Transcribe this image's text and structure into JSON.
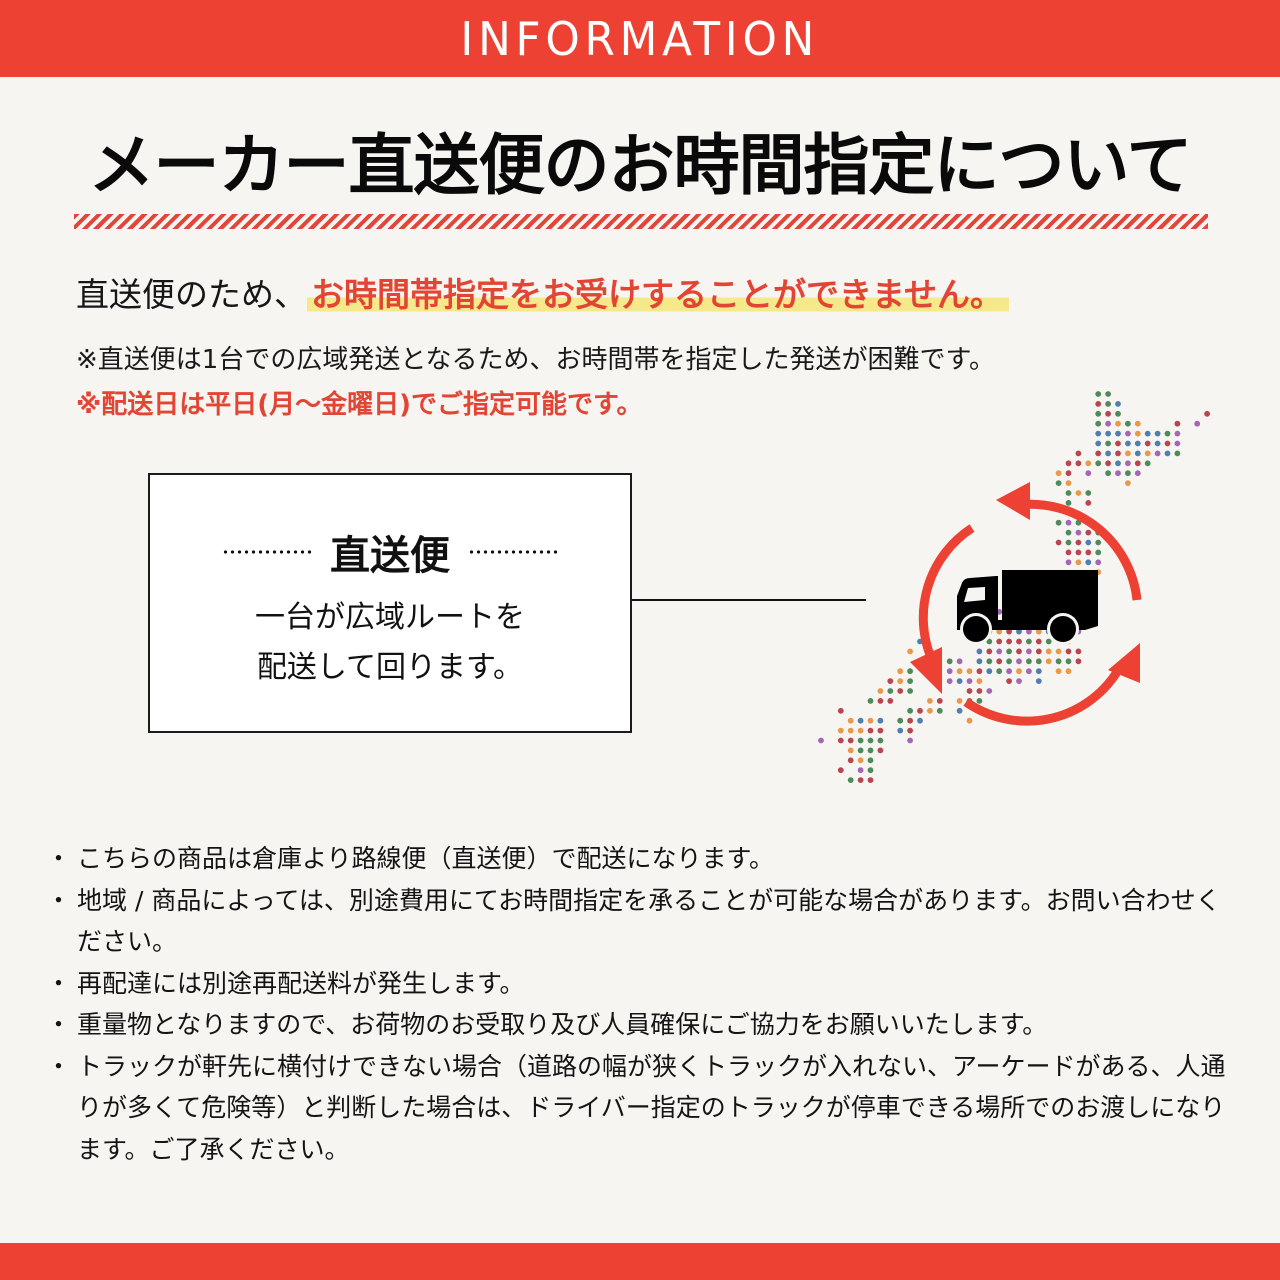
{
  "header": {
    "title": "INFORMATION"
  },
  "main_title": "メーカー直送便のお時間指定について",
  "lead": {
    "prefix": "直送便のため、",
    "highlight": "お時間帯指定をお受けすることができません。"
  },
  "notes": [
    "※直送便は1台での広域発送となるため、お時間帯を指定した発送が困難です。",
    "※配送日は平日(月～金曜日)でご指定可能です。"
  ],
  "box": {
    "title": "直送便",
    "lines": [
      "一台が広域ルートを",
      "配送して回ります。"
    ]
  },
  "illustration": {
    "icons": [
      "truck-icon",
      "cycle-arrows-icon",
      "japan-dot-map"
    ],
    "dot_colors": {
      "g": "#4e8a5a",
      "r": "#b8454f",
      "b": "#4f7fb0",
      "p": "#a567b5",
      "o": "#e8994a"
    },
    "dot_rows": [
      [
        0,
        "28g 29g"
      ],
      [
        1,
        "28r 29g 30b"
      ],
      [
        2,
        "28g 29r 30g 39r"
      ],
      [
        3,
        "28g 29p 30o 31g 32o 36r 38p"
      ],
      [
        4,
        "28b 29b 30b 31p 32o 33b 34b 35g 36p"
      ],
      [
        5,
        "28b 29g 30r 31b 32b 33r 34b 35r 36p"
      ],
      [
        6,
        "26r 28r 29b 30r 31o 32b 33o 34p 35b 36g"
      ],
      [
        7,
        "25r 26r 27o 28g 29r 30b 31p 32r 33g"
      ],
      [
        8,
        "24o 25r 27p 29g 30p 31g 32p"
      ],
      [
        9,
        "24g 25o 31o"
      ],
      [
        10,
        "25g 26o 27g"
      ],
      [
        11,
        "25g 27r"
      ],
      [
        13,
        "24g 25p 26g 27g"
      ],
      [
        14,
        "25g 26p 27r 28g"
      ],
      [
        15,
        "24r 25g 26r 27b 28g"
      ],
      [
        16,
        "25r 26r 27r 28g"
      ],
      [
        17,
        "25p 26o 27b 28p"
      ],
      [
        18,
        "28o"
      ],
      [
        22,
        "18p"
      ],
      [
        24,
        "17r 18o 19r 20b 21p 22o 23b 24p 25g 26p"
      ],
      [
        25,
        "10b 16g 17g 18r 19r 20r 21g 22r 23g 24o 25o"
      ],
      [
        26,
        "9o 16b 17r 18p 19g 20r 21p 22r 23o 24o 25r 26r"
      ],
      [
        27,
        "13g 14p 16b 17g 18r 19g 20p 21g 22g 23o 24g 25g 26r"
      ],
      [
        28,
        "8o 9g 13p 14o 15o 16r 17b 18g 19p 20o 21p 22b 24o 25o"
      ],
      [
        29,
        "7r 8o 9g 13p 14b 15p 16o 19r 20p 22b"
      ],
      [
        30,
        "6o 7g 8r 9g 15r 16r 17p"
      ],
      [
        31,
        "5g 6r 7r 11o 12r 14o 15g 16g"
      ],
      [
        32,
        "2r 9g 10r 11o 12g 14b"
      ],
      [
        33,
        "3o 4b 5o 6b 8g 9r 10b 15o"
      ],
      [
        34,
        "2o 3o 4o 5r 6r 8b 9r"
      ],
      [
        35,
        "0p 2r 3r 4g 5g 6g 9p"
      ],
      [
        36,
        "3o 4g 5g 6r"
      ],
      [
        37,
        "3r 4o 5g"
      ],
      [
        38,
        "2r 4p 5g"
      ],
      [
        39,
        "3g 4r 5r"
      ]
    ],
    "accent_color": "#ec4133"
  },
  "bullets": [
    "こちらの商品は倉庫より路線便（直送便）で配送になります。",
    "地域 / 商品によっては、別途費用にてお時間指定を承ることが可能な場合があります。お問い合わせください。",
    "再配達には別途再配送料が発生します。",
    "重量物となりますので、お荷物のお受取り及び人員確保にご協力をお願いいたします。",
    "トラックが軒先に横付けできない場合（道路の幅が狭くトラックが入れない、アーケードがある、人通りが多くて危険等）と判断した場合は、ドライバー指定のトラックが停車できる場所でのお渡しになります。ご了承ください。"
  ],
  "colors": {
    "brand_red": "#ec4133",
    "text_red": "#e24534",
    "highlight_yellow": "#f6e98c",
    "background": "#f6f5f1"
  }
}
